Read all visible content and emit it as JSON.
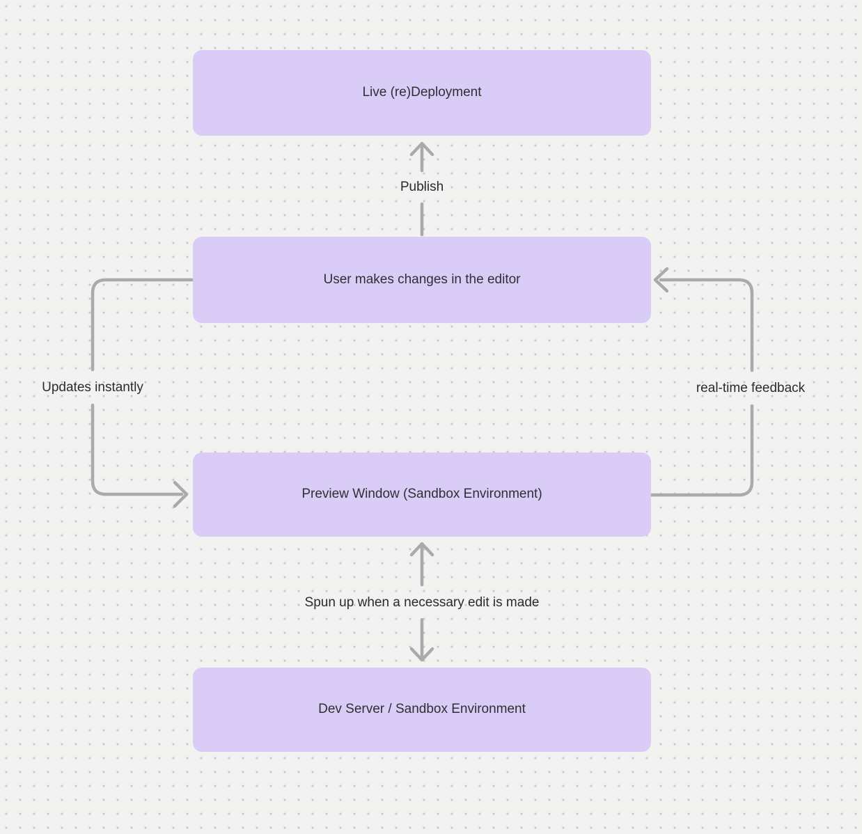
{
  "diagram": {
    "nodes": [
      {
        "id": "live-redeployment",
        "label": "Live (re)Deployment"
      },
      {
        "id": "user-changes",
        "label": "User makes changes in the editor"
      },
      {
        "id": "preview-window",
        "label": "Preview Window (Sandbox Environment)"
      },
      {
        "id": "dev-server",
        "label": "Dev Server / Sandbox Environment"
      }
    ],
    "edges": [
      {
        "id": "publish",
        "label": "Publish",
        "from": "user-changes",
        "to": "live-redeployment",
        "direction": "up"
      },
      {
        "id": "updates-instantly",
        "label": "Updates instantly",
        "from": "user-changes",
        "to": "preview-window",
        "direction": "left-loop-down"
      },
      {
        "id": "realtime-feedback",
        "label": "real-time feedback",
        "from": "preview-window",
        "to": "user-changes",
        "direction": "right-loop-up"
      },
      {
        "id": "spun-up",
        "label": "Spun up when a necessary edit is made",
        "from": "preview-window",
        "to": "dev-server",
        "direction": "bidirectional-vertical"
      }
    ]
  },
  "colors": {
    "canvas_bg": "#f2f2f1",
    "dot_color": "#c6c6c6",
    "node_fill": "#d9cdf7",
    "node_text": "#2f2f33",
    "edge_color": "#aaaaaa",
    "label_text": "#2b2b2b"
  }
}
